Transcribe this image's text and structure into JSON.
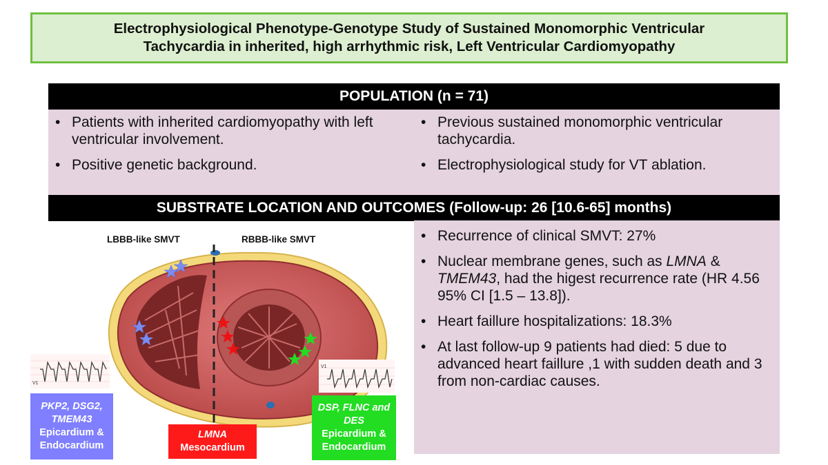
{
  "title": {
    "line1": "Electrophysiological Phenotype-Genotype Study of Sustained Monomorphic Ventricular",
    "line2": "Tachycardia in inherited, high arrhythmic risk, Left Ventricular Cardiomyopathy"
  },
  "population": {
    "header": "POPULATION (n = 71)",
    "left_bullets": [
      "Patients with inherited cardiomyopathy with left ventricular involvement.",
      "Positive genetic background."
    ],
    "right_bullets": [
      "Previous sustained monomorphic ventricular tachycardia.",
      "Electrophysiological study for VT ablation."
    ]
  },
  "outcomes": {
    "header": "SUBSTRATE LOCATION AND OUTCOMES (Follow-up: 26 [10.6-65] months)",
    "bullet1": "Recurrence of clinical SMVT: 27%",
    "bullet2_pre": "Nuclear membrane genes, such as ",
    "bullet2_gene1": "LMNA",
    "bullet2_mid": " & ",
    "bullet2_gene2": "TMEM43",
    "bullet2_post": ", had the higest recurrence rate (HR 4.56 95% CI [1.5 – 13.8]).",
    "bullet3": "Heart faillure hospitalizations: 18.3%",
    "bullet4": "At last follow-up 9 patients had died: 5 due to advanced heart faillure ,1 with sudden death and 3 from non-cardiac causes."
  },
  "diagram": {
    "lbbb_label": "LBBB-like SMVT",
    "rbbb_label": "RBBB-like SMVT",
    "ecg_lead": "V1",
    "blue_box": {
      "genes": "PKP2, DSG2, TMEM43",
      "location": "Epicardium & Endocardium",
      "color": "#7f7fff"
    },
    "red_box": {
      "genes": "LMNA",
      "location": "Mesocardium",
      "color": "#ff1a1a"
    },
    "green_box": {
      "genes": "DSP, FLNC and DES",
      "location": "Epicardium & Endocardium",
      "color": "#22dd22"
    }
  }
}
